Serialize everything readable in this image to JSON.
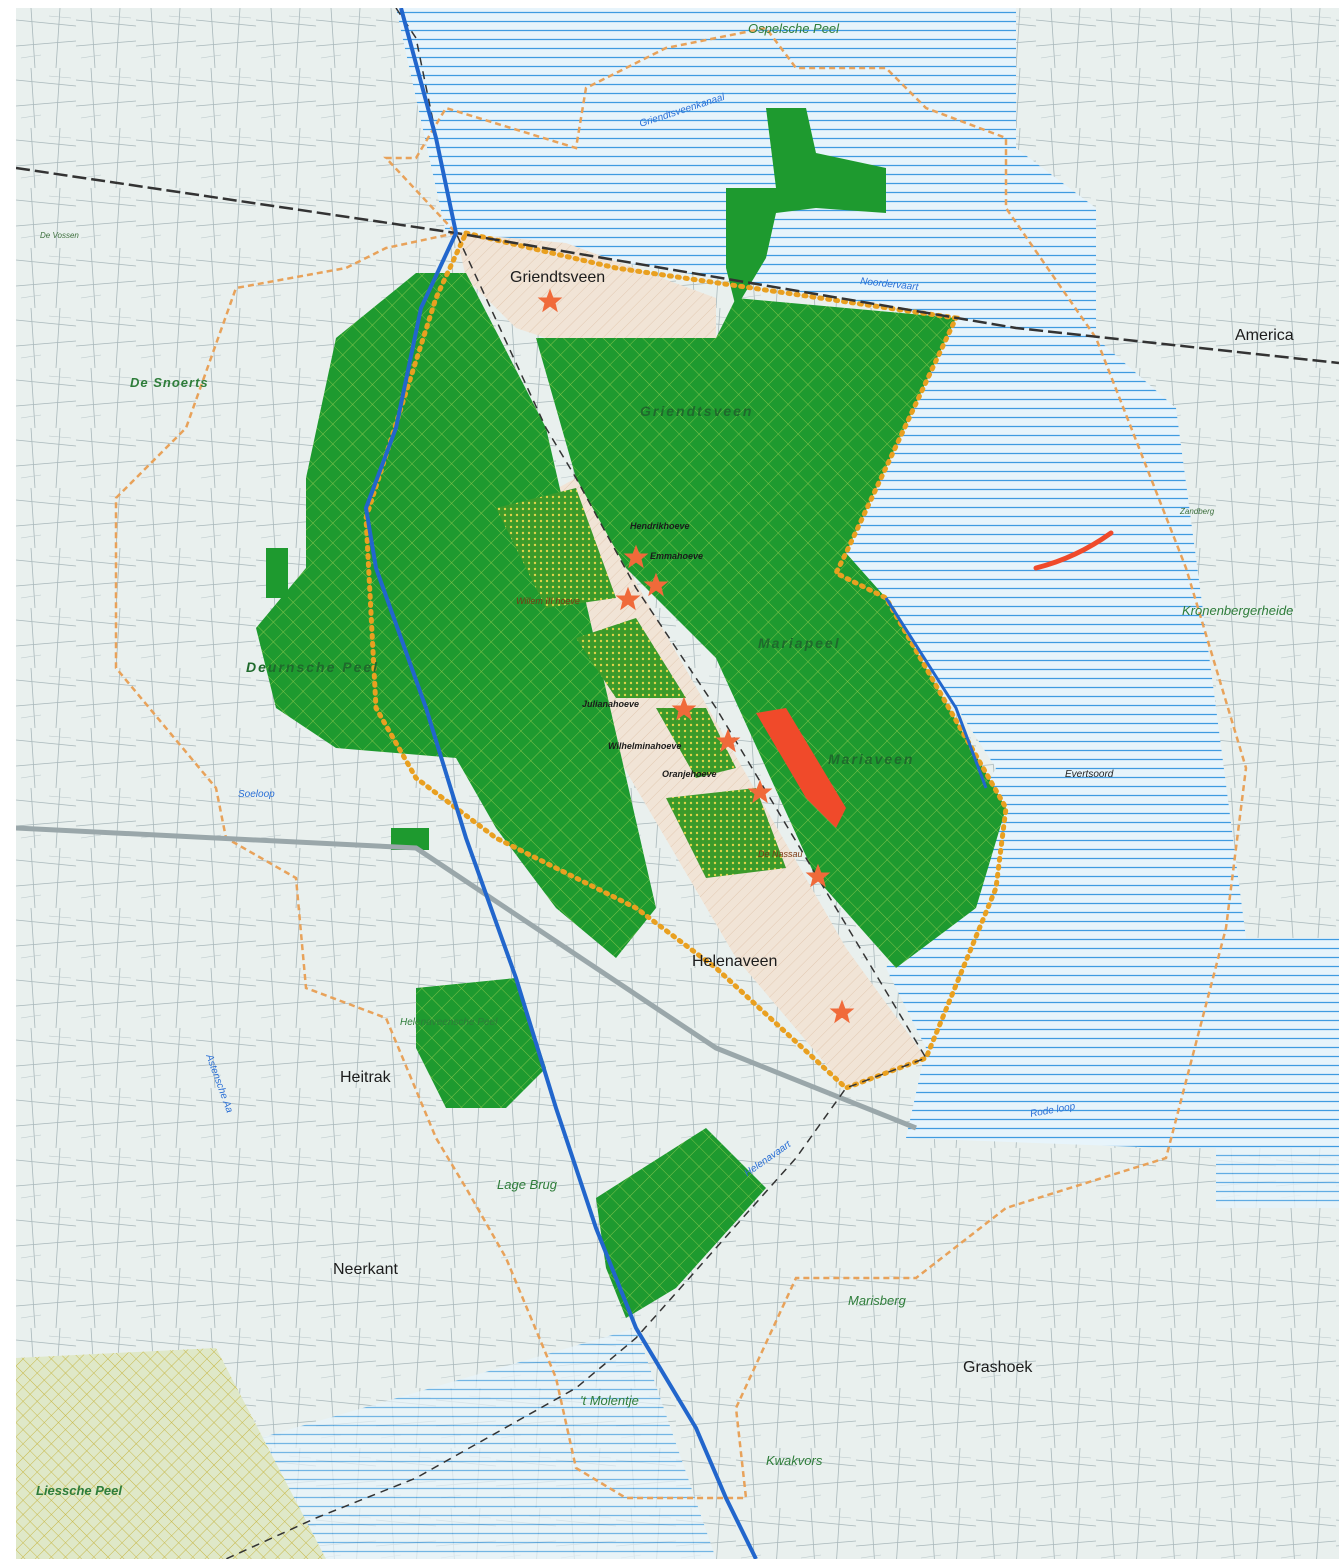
{
  "map": {
    "places": [
      {
        "id": "griendtsveen",
        "text": "Griendtsveen"
      },
      {
        "id": "america",
        "text": "America"
      },
      {
        "id": "helenaveen",
        "text": "Helenaveen"
      },
      {
        "id": "heitrak",
        "text": "Heitrak"
      },
      {
        "id": "neerkant",
        "text": "Neerkant"
      },
      {
        "id": "grashoek",
        "text": "Grashoek"
      },
      {
        "id": "evertsoord",
        "text": "Evertsoord"
      }
    ],
    "regions": [
      {
        "id": "de-snoerts",
        "text": "De Snoerts"
      },
      {
        "id": "griendtsveen-area",
        "text": "Griendtsveen"
      },
      {
        "id": "deurnesche-peel",
        "text": "Deurnsche Peel"
      },
      {
        "id": "mariapeel",
        "text": "Mariapeel"
      },
      {
        "id": "mariaveen",
        "text": "Mariaveen"
      },
      {
        "id": "kronenbergerheide",
        "text": "Kronenbergerheide"
      },
      {
        "id": "helenaveensche-peel",
        "text": "Helenaveensche Peel"
      },
      {
        "id": "lage-brug",
        "text": "Lage Brug"
      },
      {
        "id": "marisberg",
        "text": "Marisberg"
      },
      {
        "id": "t-molentje",
        "text": "'t Molentje"
      },
      {
        "id": "kwakvors",
        "text": "Kwakvors"
      },
      {
        "id": "ospelsche-peel",
        "text": "Ospelsche Peel"
      },
      {
        "id": "liessche-peel",
        "text": "Liessche Peel"
      },
      {
        "id": "de-vossen",
        "text": "De Vossen"
      },
      {
        "id": "zandberg",
        "text": "Zandberg"
      }
    ],
    "waters": [
      {
        "id": "noordervaart",
        "text": "Noordervaart"
      },
      {
        "id": "soeloop",
        "text": "Soeloop"
      },
      {
        "id": "astense-aa",
        "text": "Astensche Aa"
      },
      {
        "id": "helenavaart",
        "text": "Helenavaart"
      },
      {
        "id": "rode-loop",
        "text": "Rode loop"
      },
      {
        "id": "griendtsveen-kanaal",
        "text": "Griendtsveenkanaal"
      }
    ],
    "farms": [
      {
        "id": "hendrikhoeve",
        "text": "Hendrikhoeve"
      },
      {
        "id": "emmahoeve",
        "text": "Emmahoeve"
      },
      {
        "id": "willem-iii-hoeve",
        "text": "Willem III hoeve"
      },
      {
        "id": "julianahoeve",
        "text": "Julianahoeve"
      },
      {
        "id": "wilhelminahoeve",
        "text": "Wilhelminahoeve"
      },
      {
        "id": "oranjehoeve",
        "text": "Oranjehoeve"
      },
      {
        "id": "de-nassau",
        "text": "De Nassau"
      }
    ],
    "colors": {
      "background": "#e9f0ee",
      "forest": "#1e9a2f",
      "forest_dark": "#14781f",
      "hatch_blue": "#3f9be0",
      "boundary_orange": "#e8a25a",
      "dotted_orange": "#e9a020",
      "river_blue": "#2266cc",
      "rail_black": "#333333",
      "farm_star": "#f06a3a",
      "red_zone": "#f04a2a",
      "pale_area": "#f3e6d8"
    }
  }
}
